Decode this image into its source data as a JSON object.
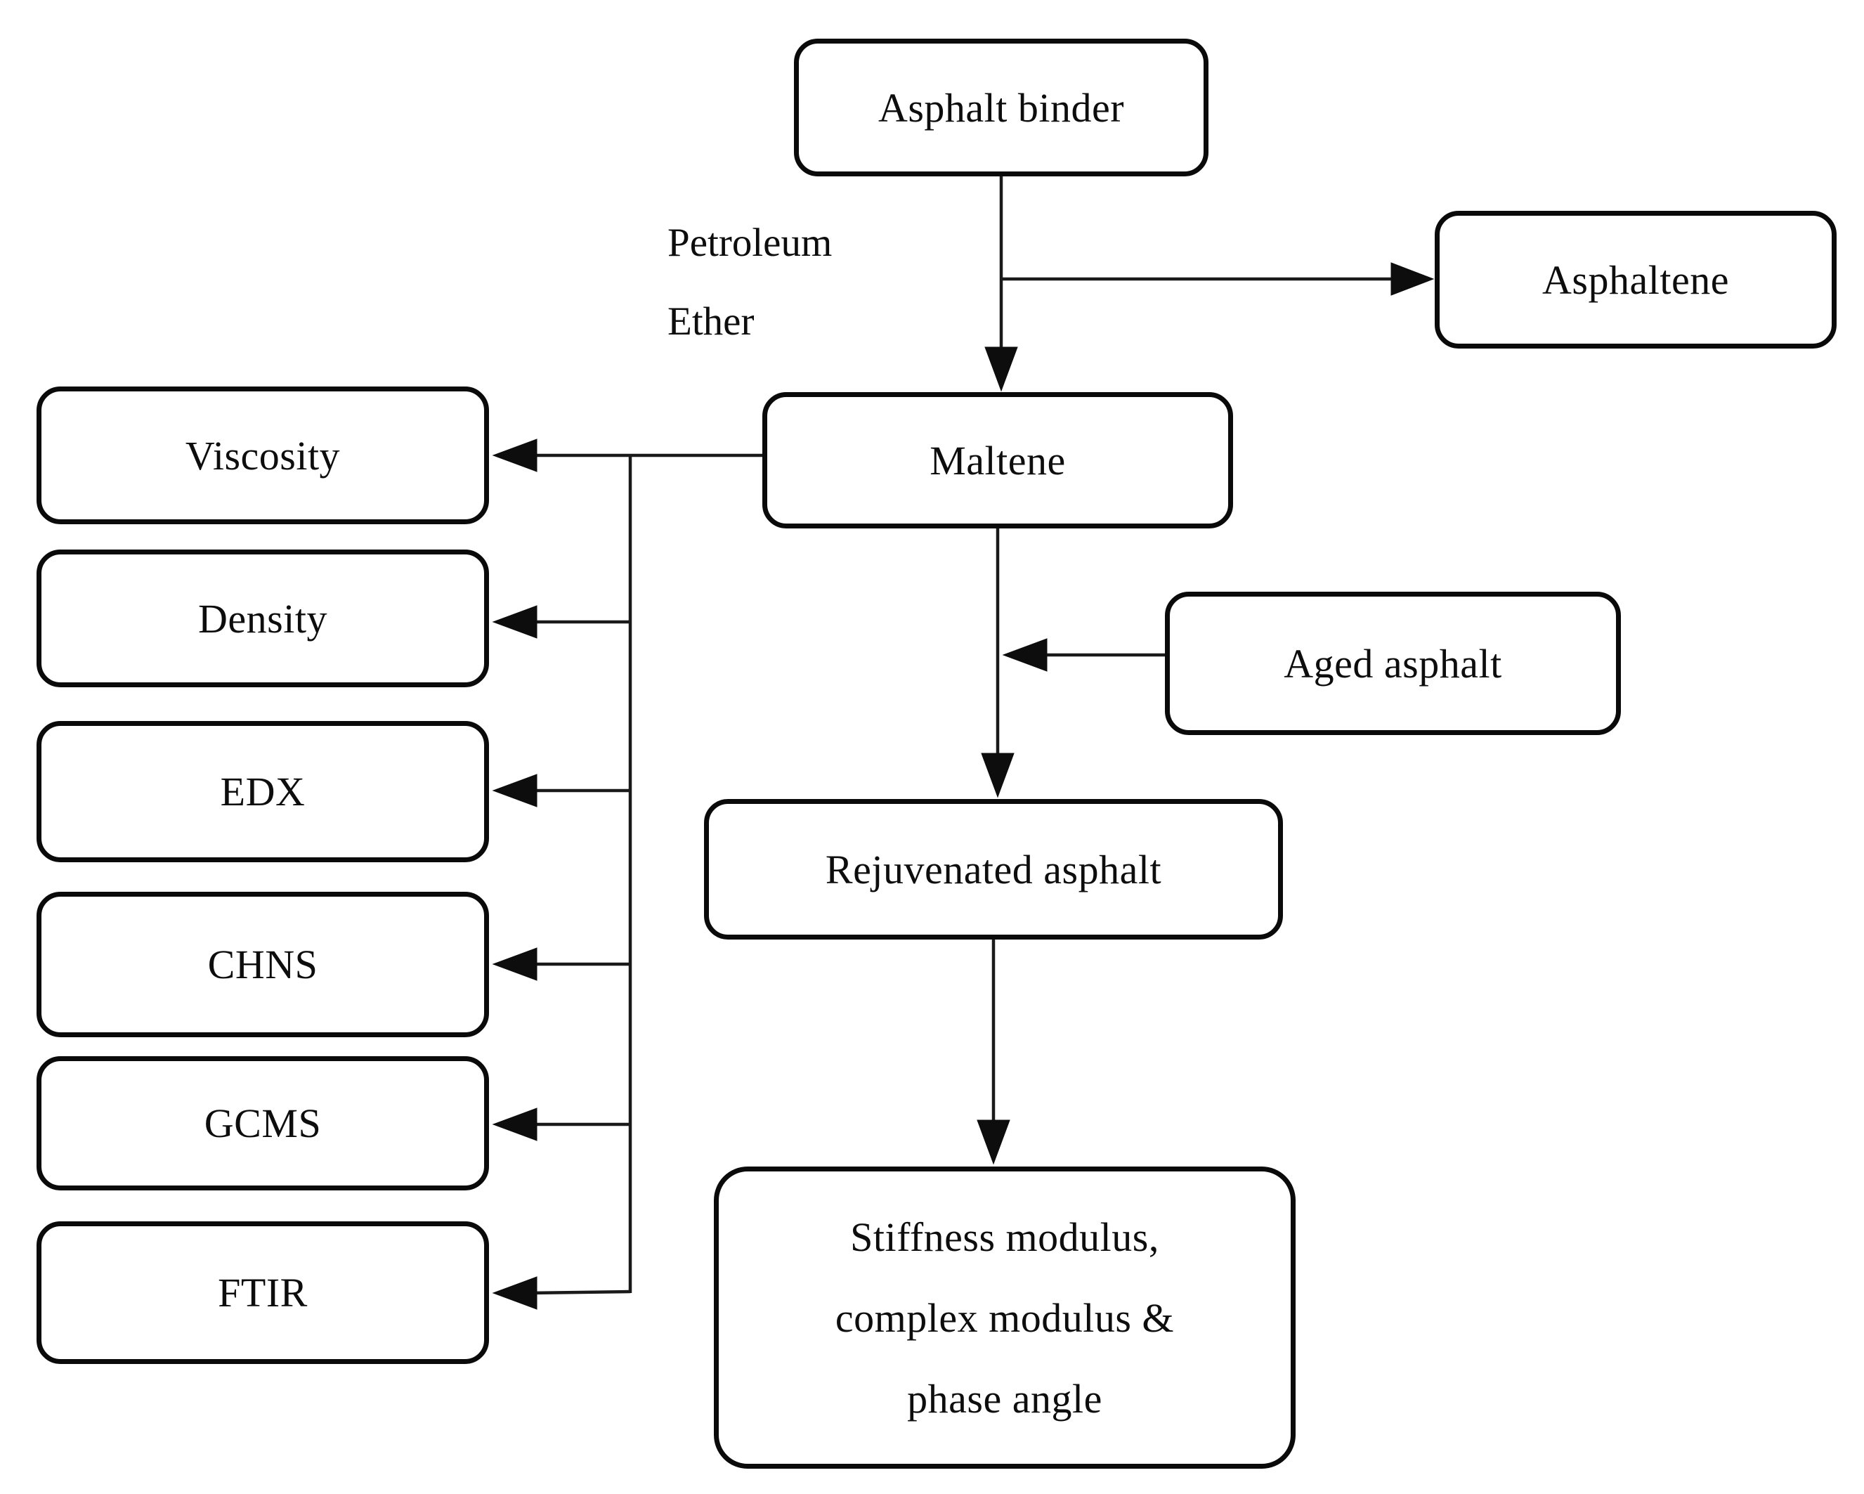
{
  "diagram": {
    "type": "flowchart",
    "background_color": "#ffffff",
    "line_color": "#1a1a1a",
    "box_fill_color": "#ffffff",
    "box_border_color": "#0a0a0a",
    "nodes": {
      "asphalt_binder": {
        "label": "Asphalt binder"
      },
      "asphaltene": {
        "label": "Asphaltene"
      },
      "maltene": {
        "label": "Maltene"
      },
      "aged_asphalt": {
        "label": "Aged asphalt"
      },
      "rejuvenated_asphalt": {
        "label": "Rejuvenated asphalt"
      },
      "mechanical_outputs": {
        "label": "Stiffness modulus, complex modulus & phase angle"
      },
      "viscosity": {
        "label": "Viscosity"
      },
      "density": {
        "label": "Density"
      },
      "edx": {
        "label": "EDX"
      },
      "chns": {
        "label": "CHNS"
      },
      "gcms": {
        "label": "GCMS"
      },
      "ftir": {
        "label": "FTIR"
      }
    },
    "edge_labels": {
      "petroleum_ether": {
        "label": "Petroleum Ether"
      }
    }
  }
}
